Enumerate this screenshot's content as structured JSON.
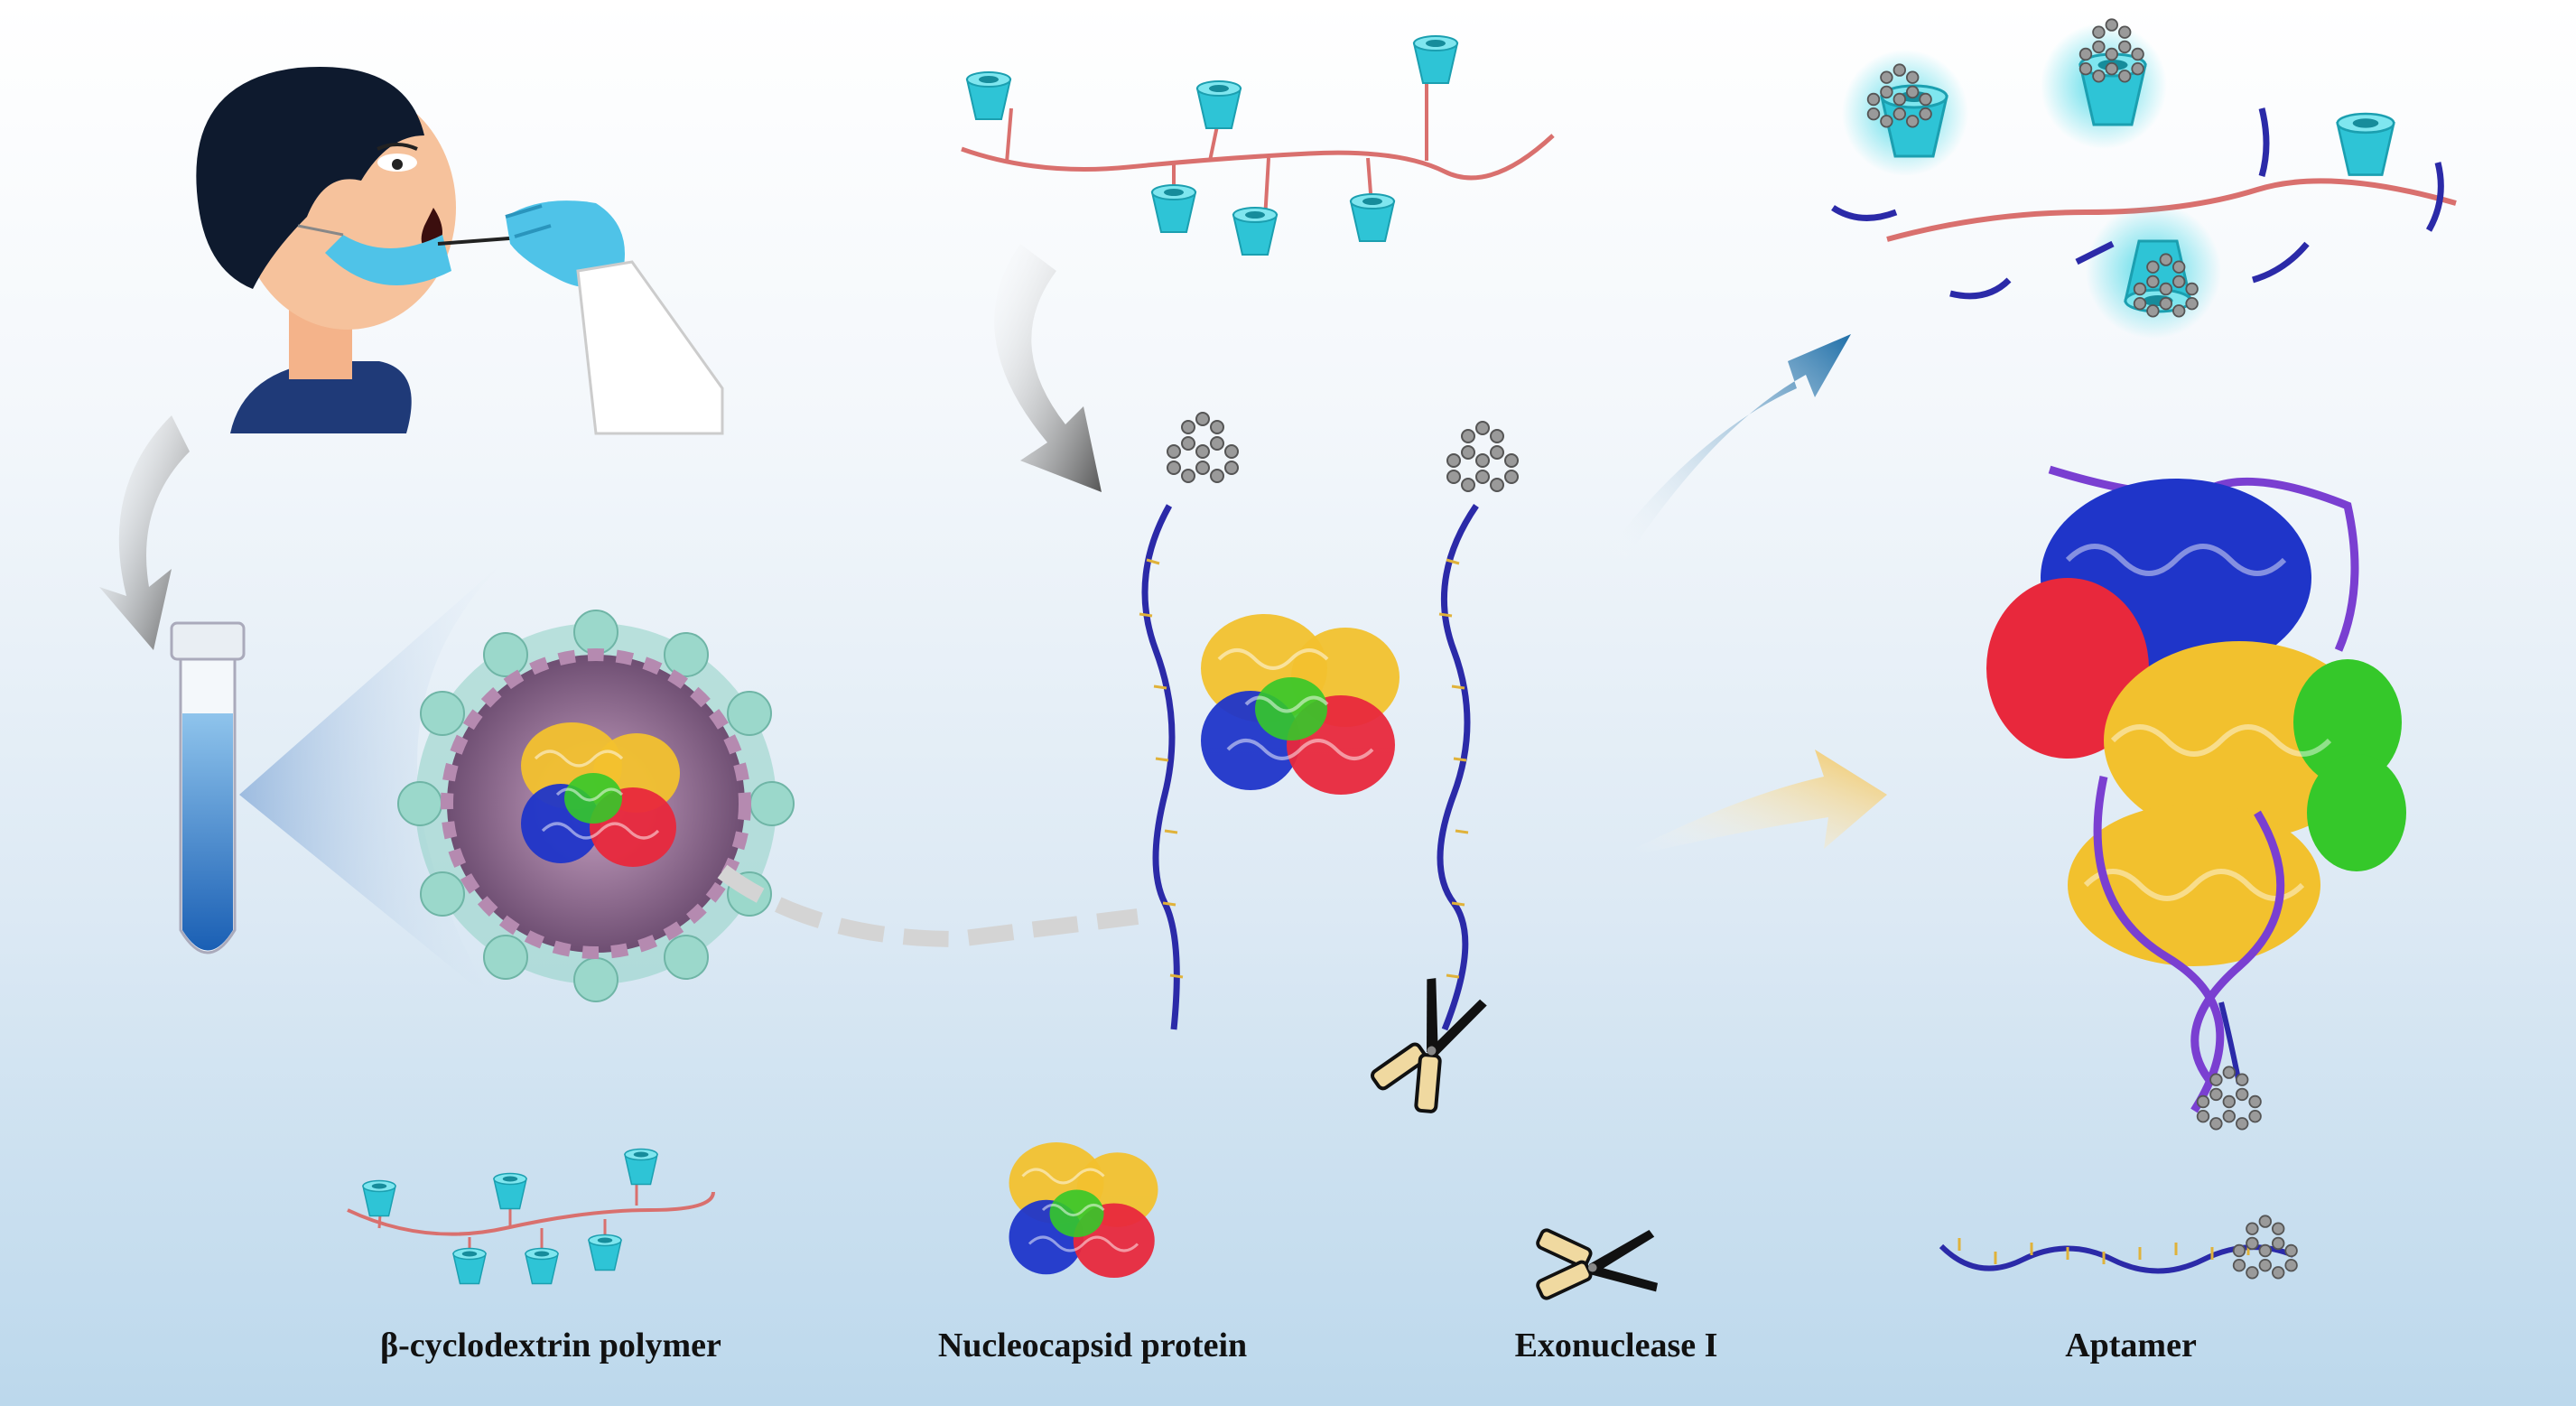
{
  "legend": {
    "beta_cyclodextrin_polymer": "β-cyclodextrin polymer",
    "nucleocapsid_protein": "Nucleocapsid protein",
    "exonuclease_i": "Exonuclease I",
    "aptamer": "Aptamer"
  },
  "colors": {
    "cyclodextrin": "#2ec4d6",
    "polymer_backbone": "#d9706e",
    "aptamer_strand": "#2b2aa8",
    "base_ticks": "#e0b23a",
    "protein_yellow": "#f2c12e",
    "protein_red": "#e8283c",
    "protein_blue": "#1f35c9",
    "protein_green": "#35c82a",
    "pyrene": "#8a8a8a",
    "glove": "#4fc3e8",
    "virus_spikes": "#8fd1c4",
    "virus_membrane": "#7a5a7e"
  },
  "icons": [
    "person-swab-icon",
    "test-tube-icon",
    "virus-icon",
    "pyrene-icon",
    "scissors-icon"
  ]
}
